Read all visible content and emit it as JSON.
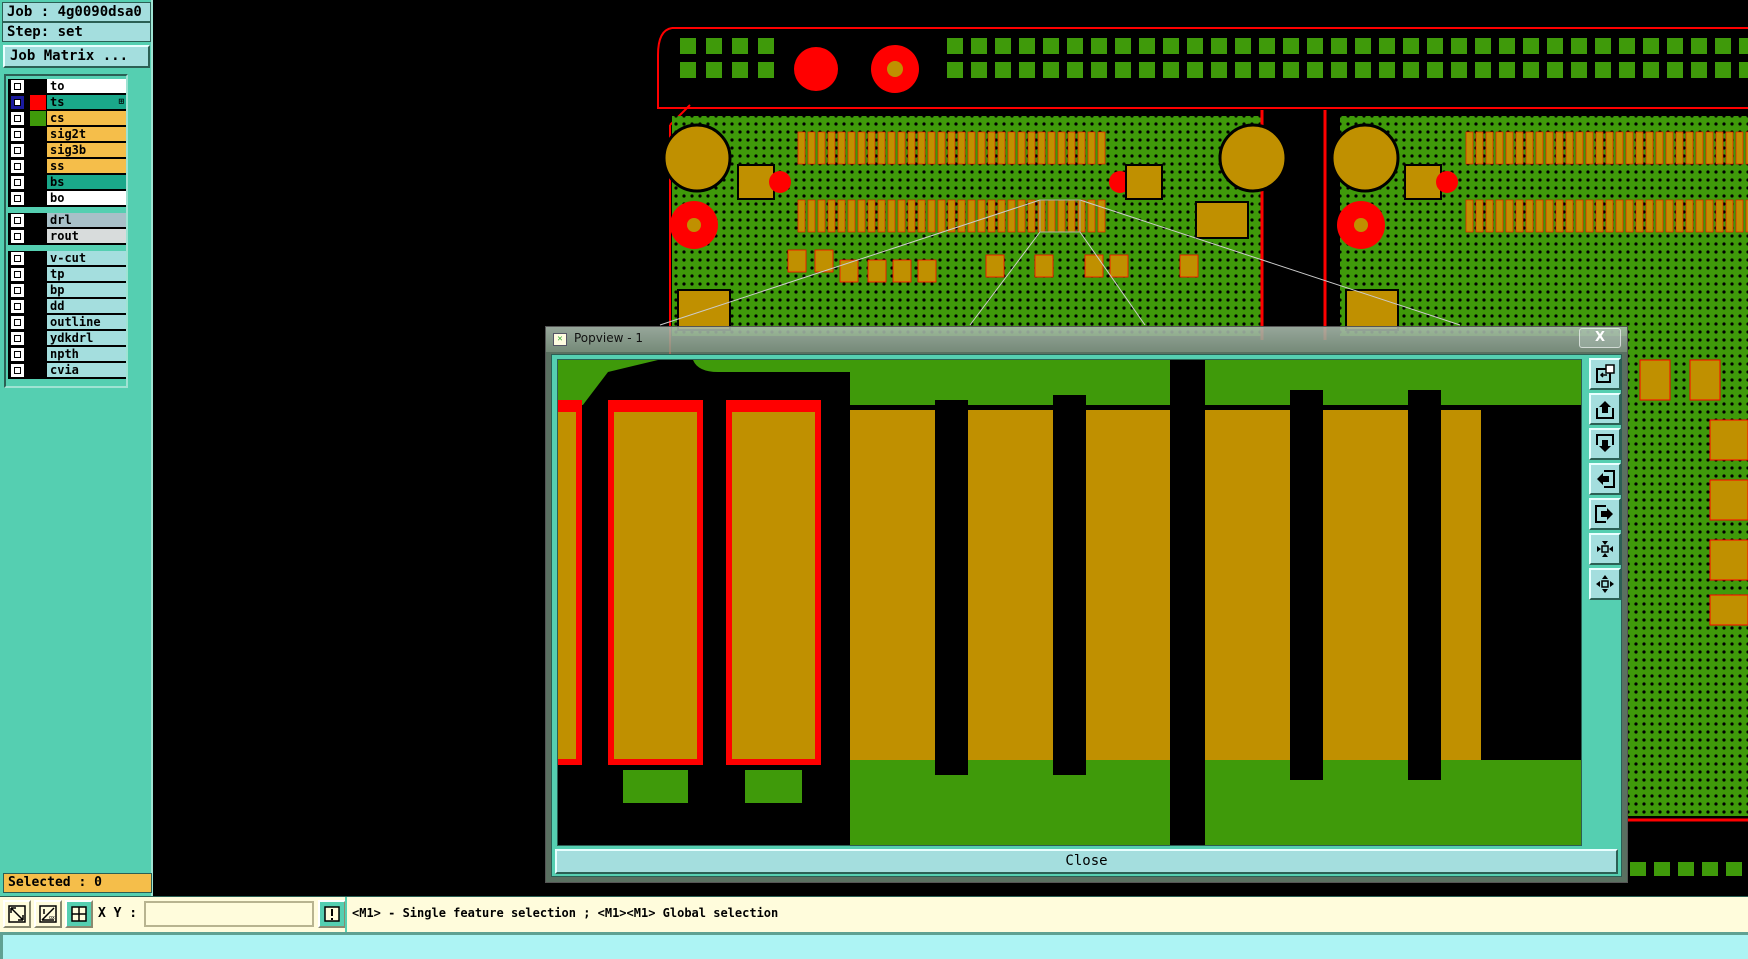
{
  "job": {
    "label": "Job : 4g0090dsa0",
    "step": "Step: set"
  },
  "job_matrix_button": "Job Matrix ...",
  "layer_groups": [
    [
      {
        "name": "to",
        "color": "#ffffff",
        "swatch": null,
        "active": false
      },
      {
        "name": "ts",
        "color": "#1aa88a",
        "swatch": "#ff0000",
        "active": true,
        "marker": "⊞"
      },
      {
        "name": "cs",
        "color": "#f5be4a",
        "swatch": "#3f9a0a",
        "active": false
      },
      {
        "name": "sig2t",
        "color": "#f5be4a",
        "swatch": null,
        "active": false
      },
      {
        "name": "sig3b",
        "color": "#f5be4a",
        "swatch": null,
        "active": false
      },
      {
        "name": "ss",
        "color": "#f5be4a",
        "swatch": null,
        "active": false
      },
      {
        "name": "bs",
        "color": "#1aa88a",
        "swatch": null,
        "active": false
      },
      {
        "name": "bo",
        "color": "#ffffff",
        "swatch": null,
        "active": false
      }
    ],
    [
      {
        "name": "drl",
        "color": "#a8c0c8",
        "swatch": null,
        "active": false
      },
      {
        "name": "rout",
        "color": "#d8dcdc",
        "swatch": null,
        "active": false
      }
    ],
    [
      {
        "name": "v-cut",
        "color": "#a4dede",
        "swatch": null,
        "active": false
      },
      {
        "name": "tp",
        "color": "#a4dede",
        "swatch": null,
        "active": false
      },
      {
        "name": "bp",
        "color": "#a4dede",
        "swatch": null,
        "active": false
      },
      {
        "name": "dd",
        "color": "#a4dede",
        "swatch": null,
        "active": false
      },
      {
        "name": "outline",
        "color": "#a4dede",
        "swatch": null,
        "active": false
      },
      {
        "name": "ydkdrl",
        "color": "#a4dede",
        "swatch": null,
        "active": false
      },
      {
        "name": "npth",
        "color": "#a4dede",
        "swatch": null,
        "active": false
      },
      {
        "name": "cvia",
        "color": "#a4dede",
        "swatch": null,
        "active": false
      }
    ]
  ],
  "selected": "Selected : 0",
  "toolbar": {
    "xy_label": "X Y :",
    "xy_value": "",
    "status_message": "<M1> - Single feature selection ; <M1><M1> Global selection",
    "buttons": [
      "measure-diagonal-icon",
      "angle-measure-icon",
      "grid-snap-icon",
      "exclamation-icon"
    ]
  },
  "popview": {
    "title": "Popview - 1",
    "close_x": "X",
    "close_button": "Close",
    "tools": [
      "zoom-home-icon",
      "pan-up-icon",
      "pan-down-icon",
      "pan-left-icon",
      "pan-right-icon",
      "zoom-in-icon",
      "zoom-out-icon"
    ]
  },
  "colors": {
    "panel_teal": "#55cfb1",
    "copper_green": "#3f9a0a",
    "pad_gold": "#c09000",
    "soldermask_red": "#ff0000",
    "background": "#000000"
  }
}
